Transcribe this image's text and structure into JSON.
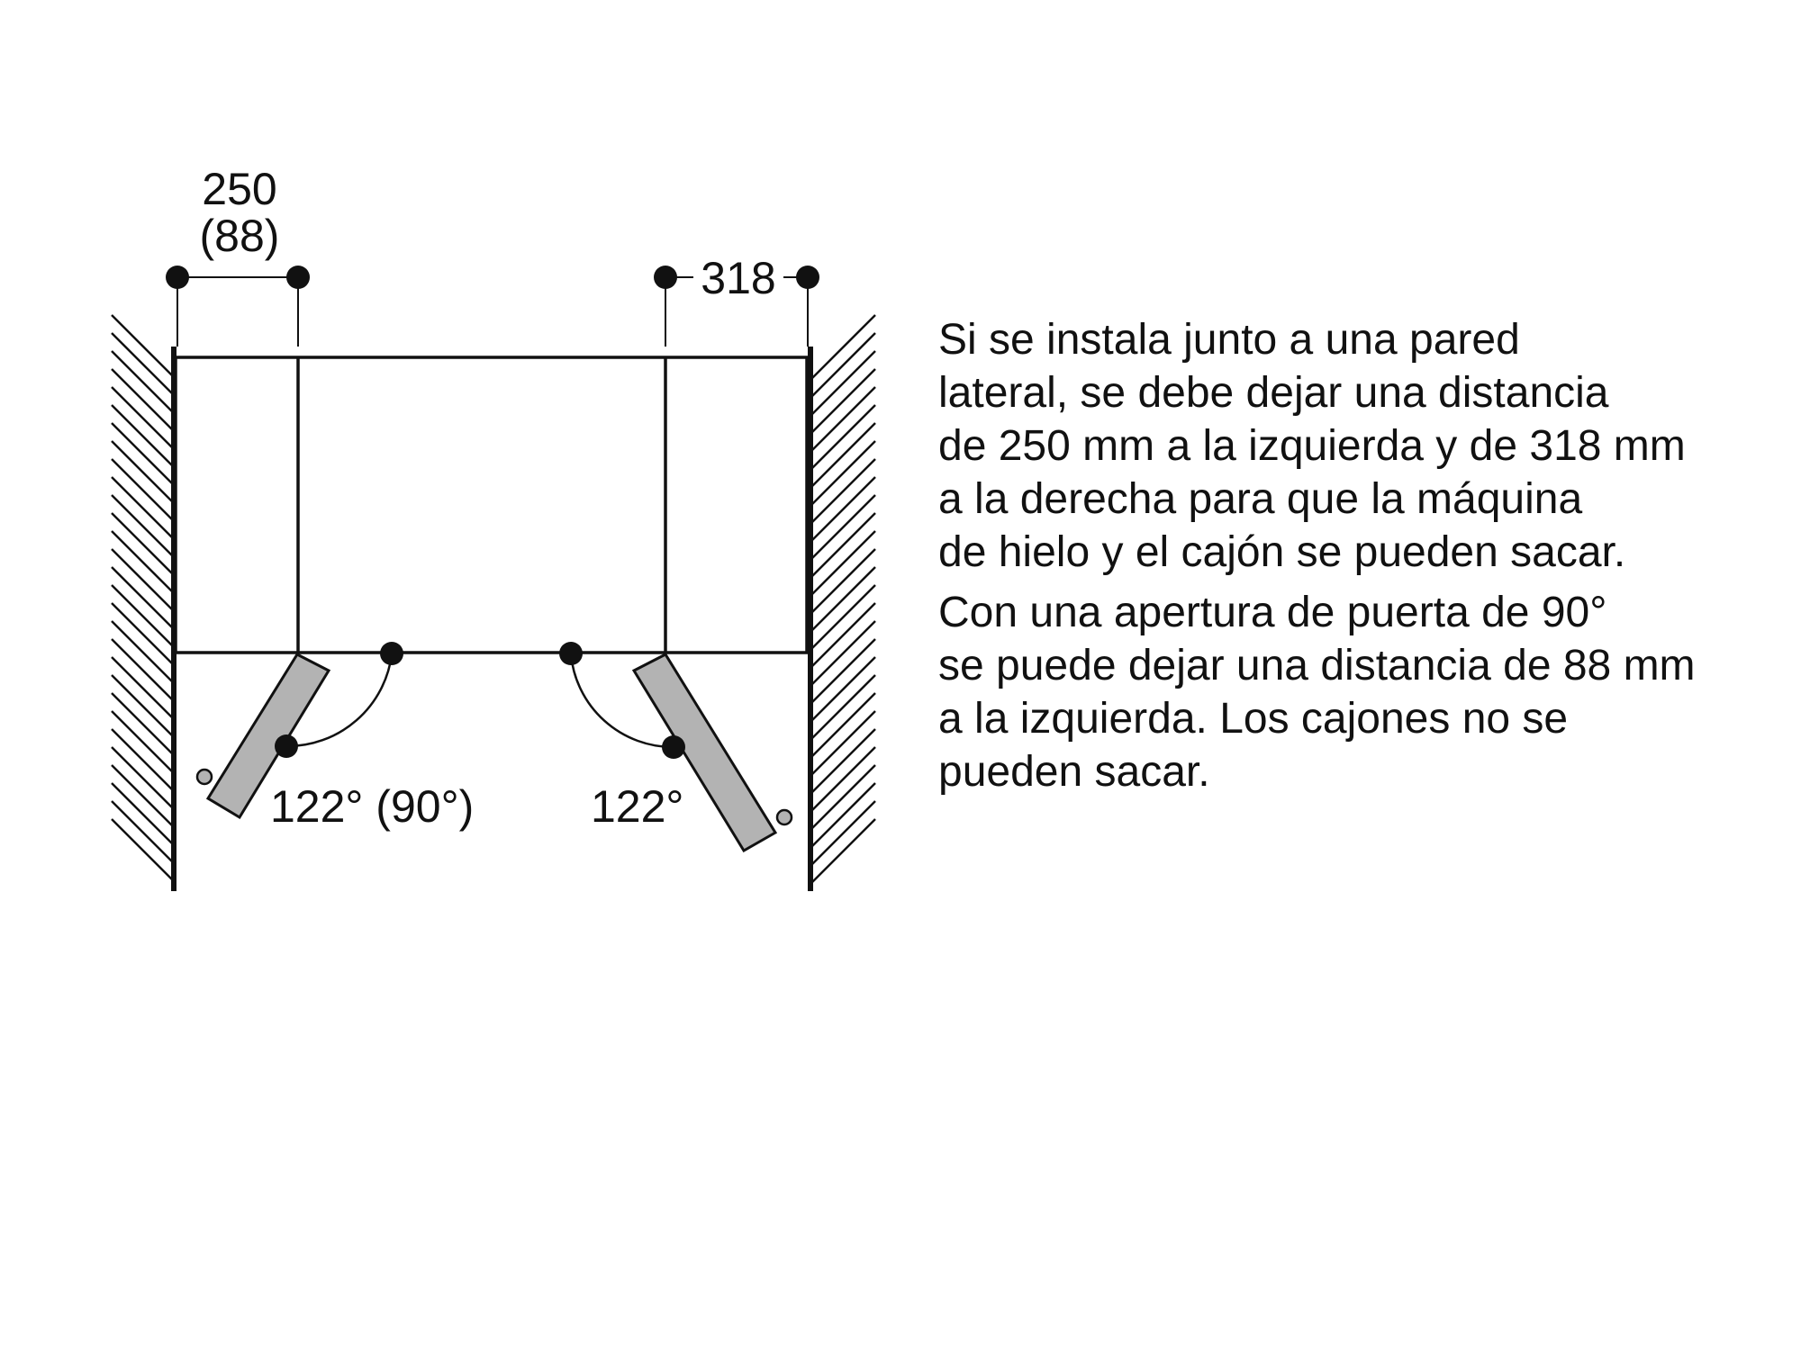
{
  "diagram": {
    "labels": {
      "left_clearance_top": "250",
      "left_clearance_bottom": "(88)",
      "right_clearance": "318",
      "left_door_angle": "122° (90°)",
      "right_door_angle": "122°"
    },
    "colors": {
      "line": "#111111",
      "door_fill": "#b3b3b3",
      "background": "#ffffff"
    }
  },
  "note": {
    "paragraph_1": [
      "Si se instala junto a una pared",
      "lateral, se debe dejar una distancia",
      "de 250 mm a la izquierda y de 318 mm",
      "a la derecha para que la máquina",
      "de hielo y el cajón se pueden sacar."
    ],
    "paragraph_2": [
      "Con una apertura de puerta de 90°",
      "se puede dejar una distancia de 88 mm",
      "a la izquierda. Los cajones no se",
      "pueden sacar."
    ]
  }
}
